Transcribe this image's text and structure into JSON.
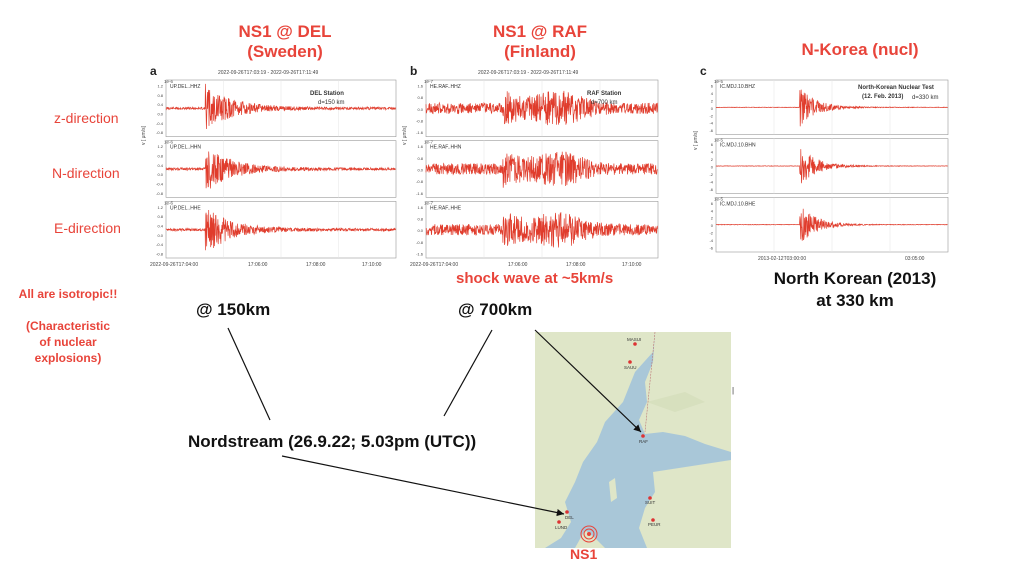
{
  "titles": {
    "del": "NS1 @ DEL\n(Sweden)",
    "raf": "NS1 @ RAF\n(Finland)",
    "nk": "N-Korea (nucl)"
  },
  "directions": [
    "z-direction",
    "N-direction",
    "E-direction"
  ],
  "panel_a": {
    "letter": "a",
    "header": "2022-09-26T17:03:19  -  2022-09-26T17:11:49",
    "station": "DEL Station",
    "distance": "d=150 km",
    "channels": [
      "UP.DEL..HHZ",
      "UP.DEL..HHN",
      "UP.DEL..HHE"
    ],
    "scale": "1e-6",
    "ylabel": "v [ μm/s]",
    "yticks": [
      "1.2",
      "0.8",
      "0.4",
      "0.0",
      "-0.4",
      "-0.8"
    ],
    "xticks": [
      "2022-09-26T17:04:00",
      "17:06:00",
      "17:08:00",
      "17:10:00"
    ]
  },
  "panel_b": {
    "letter": "b",
    "header": "2022-09-26T17:03:19  -  2022-09-26T17:11:49",
    "station": "RAF Station",
    "distance": "d=700 km",
    "channels": [
      "HE.RAF..HHZ",
      "HE.RAF..HHN",
      "HE.RAF..HHE"
    ],
    "scale": "1e-7",
    "ylabel": "v [ μm/s]",
    "yticks": [
      "1.6",
      "0.8",
      "0.0",
      "-0.8",
      "-1.6"
    ],
    "xticks": [
      "2022-09-26T17:04:00",
      "17:06:00",
      "17:08:00",
      "17:10:00"
    ]
  },
  "panel_c": {
    "letter": "c",
    "station": "North-Korean Nuclear Test",
    "date": "(12. Feb. 2013)",
    "distance": "d=330 km",
    "channels": [
      "IC.MDJ.10.BHZ",
      "IC.MDJ.10.BHN",
      "IC.MDJ.10.BHE"
    ],
    "scale": "1e-5",
    "ylabel": "v [ μm/s]",
    "yticks": [
      "6",
      "4",
      "2",
      "0",
      "-2",
      "-4",
      "-6"
    ],
    "xticks": [
      "2013-02-12T03:00:00",
      "03:05:00"
    ]
  },
  "annotations": {
    "shock": "shock wave at ~5km/s",
    "nk_caption": "North Korean (2013)\nat 330 km",
    "isotropic": "All are isotropic!!",
    "characteristic": "(Characteristic\nof nuclear\nexplosions)",
    "d150": "@ 150km",
    "d700": "@ 700km",
    "nordstream": "Nordstream (26.9.22; 5.03pm (UTC))",
    "ns1": "NS1"
  },
  "map": {
    "cities": [
      "MASUI",
      "SAUU",
      "RAF",
      "SUIT",
      "PEUR",
      "DEL",
      "LUND"
    ]
  },
  "colors": {
    "accent": "#e8443a",
    "trace": "#e03c2c",
    "sea": "#a9c7d8",
    "land": "#dfe6c8"
  }
}
